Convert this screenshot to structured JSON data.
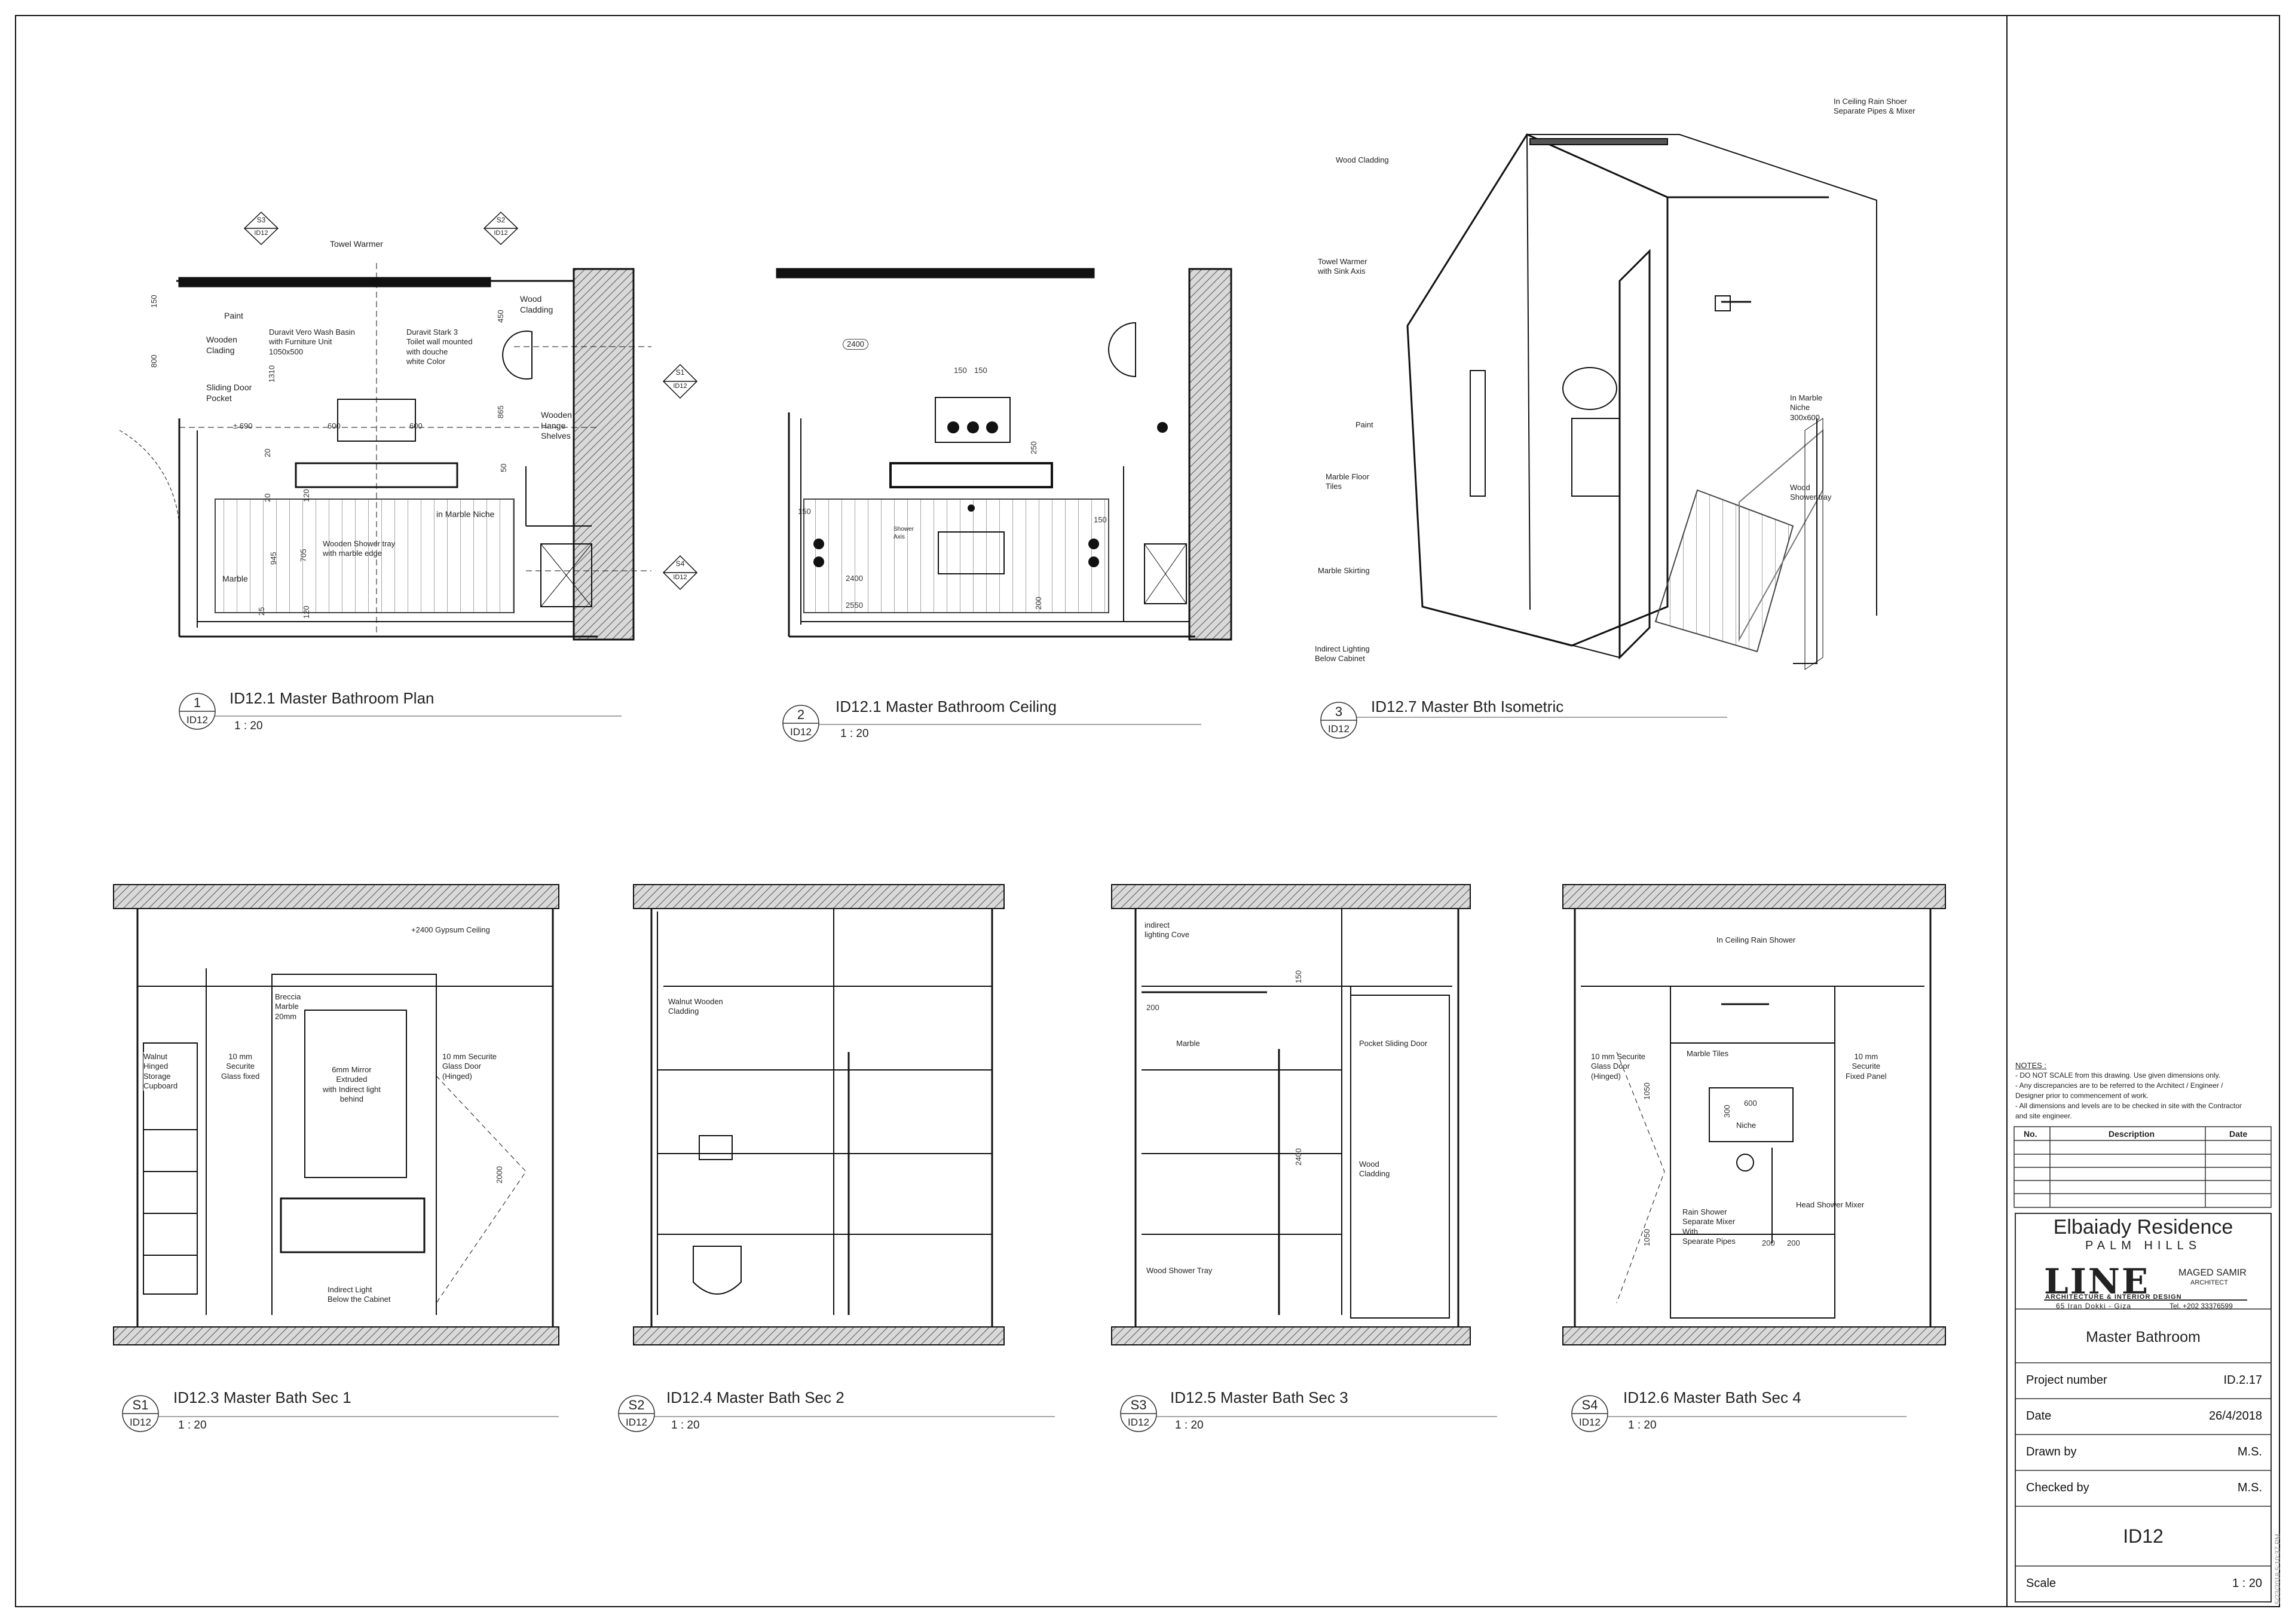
{
  "drawing": {
    "views": [
      {
        "key": "v1",
        "num": "1",
        "sheet": "ID12",
        "title": "ID12.1 Master Bathroom Plan",
        "scale": "1 : 20"
      },
      {
        "key": "v2",
        "num": "2",
        "sheet": "ID12",
        "title": "ID12.1 Master Bathroom Ceiling",
        "scale": "1 : 20"
      },
      {
        "key": "v3",
        "num": "3",
        "sheet": "ID12",
        "title": "ID12.7 Master Bth Isometric",
        "scale": "1 : 20"
      },
      {
        "key": "s1",
        "num": "S1",
        "sheet": "ID12",
        "title": "ID12.3 Master Bath Sec 1",
        "scale": "1 : 20"
      },
      {
        "key": "s2",
        "num": "S2",
        "sheet": "ID12",
        "title": "ID12.4 Master Bath Sec 2",
        "scale": "1 : 20"
      },
      {
        "key": "s3",
        "num": "S3",
        "sheet": "ID12",
        "title": "ID12.5  Master Bath Sec 3",
        "scale": "1 : 20"
      },
      {
        "key": "s4",
        "num": "S4",
        "sheet": "ID12",
        "title": "ID12.6  Master Bath Sec 4",
        "scale": "1 : 20"
      }
    ],
    "section_markers": [
      {
        "num": "S3",
        "sheet": "ID12"
      },
      {
        "num": "S2",
        "sheet": "ID12"
      },
      {
        "num": "S1",
        "sheet": "ID12"
      },
      {
        "num": "S4",
        "sheet": "ID12"
      }
    ],
    "plan_labels": {
      "towel_warmer": "Towel Warmer",
      "paint": "Paint",
      "wooden_clading": "Wooden\nClading",
      "sliding_door": "Sliding Door\nPocket",
      "wash_basin": "Duravit Vero Wash Basin\nwith Furniture Unit\n1050x500",
      "toilet": "Duravit Stark 3\nToilet wall mounted\nwith douche\nwhite Color",
      "wood_cladding": "Wood\nCladding",
      "wooden_shelves": "Wooden\nHange\nShelves",
      "marble_niche": "in Marble Niche",
      "shower_tray": "Wooden Shower tray\nwith marble edge",
      "marble": "Marble"
    },
    "plan_dims": {
      "d150": "150",
      "d800": "800",
      "d1310": "1310",
      "d690": "± 690",
      "d600a": "600",
      "d600b": "600",
      "d450": "450",
      "d865": "865",
      "d20a": "20",
      "d20b": "20",
      "d120a": "120",
      "d945": "945",
      "d705": "705",
      "d25": "25",
      "d120b": "120",
      "d50": "50"
    },
    "ceiling_labels": {
      "level": "2400",
      "d150a": "150",
      "d150b": "150",
      "d250": "250",
      "d150c": "150",
      "d150d": "150",
      "shower_axis": "Shower\nAxis",
      "d2400": "2400",
      "d2550": "2550",
      "d200": "200"
    },
    "iso_labels": {
      "rain": "In Ceiling Rain Shoer\nSeparate Pipes & Mixer",
      "wood_cladding": "Wood Cladding",
      "towel": "Towel Warmer\nwith Sink Axis",
      "paint": "Paint",
      "marble_floor": "Marble Floor\nTiles",
      "marble_skirting": "Marble Skirting",
      "indirect": "Indirect Lighting\nBelow Cabinet",
      "niche": "In Marble\nNiche\n300x600",
      "wood_tray": "Wood\nShower tray"
    },
    "s1_labels": {
      "gypsum": "+2400 Gypsum Ceiling",
      "breccia": "Breccia\nMarble\n20mm",
      "walnut": "Walnut\nHinged\nStorage\nCupboard",
      "glass_fixed": "10 mm\nSecurite\nGlass fixed",
      "mirror": "6mm Mirror\nExtruded\nwith Indirect light\nbehind",
      "glass_door": "10 mm Securite\nGlass Door\n(Hinged)",
      "dim2000": "2000",
      "indirect": "Indirect Light\nBelow the Cabinet"
    },
    "s2_labels": {
      "walnut": "Walnut Wooden\nCladding"
    },
    "s3_labels": {
      "cove": "indirect\nlighting Cove",
      "d150": "150",
      "d200": "200",
      "marble": "Marble",
      "pocket": "Pocket Sliding Door",
      "d2400": "2400",
      "wood": "Wood\nCladding",
      "tray": "Wood Shower Tray"
    },
    "s4_labels": {
      "rain": "In Ceiling Rain Shower",
      "glass_door": "10 mm Securite\nGlass Door\n(Hinged)",
      "marble_tiles": "Marble Tiles",
      "fixed_panel": "10 mm\nSecurite\nFixed Panel",
      "d1050a": "1050",
      "d300": "300",
      "d600": "600",
      "niche": "Niche",
      "head_mixer": "Head Shower Mixer",
      "rain_mixer": "Rain Shower\nSeparate Mixer\nWith\nSpearate Pipes",
      "d1050b": "1050",
      "d200a": "200",
      "d200b": "200"
    }
  },
  "notes": {
    "heading": "NOTES :",
    "lines": [
      "- DO NOT SCALE from this drawing. Use given dimensions only.",
      "- Any discrepancies are to be referred to the Architect / Engineer /",
      "Designer prior to commencement of work.",
      "- All dimensions and levels are to be checked in site with the Contractor",
      "and site engineer."
    ]
  },
  "revision_table": {
    "headers": [
      "No.",
      "Description",
      "Date"
    ],
    "rows": [
      [
        "",
        "",
        ""
      ],
      [
        "",
        "",
        ""
      ],
      [
        "",
        "",
        ""
      ],
      [
        "",
        "",
        ""
      ],
      [
        "",
        "",
        ""
      ]
    ]
  },
  "title_block": {
    "project": "Elbaiady Residence",
    "location": "PALM HILLS",
    "logo": "LINE",
    "tagline": "ARCHITECTURE & INTERIOR DESIGN",
    "architect": "MAGED SAMIR",
    "architect_role": "ARCHITECT",
    "address": "65 Iran Dokki - Giza",
    "tel": "Tel. +202 33376599",
    "sheet_name": "Master Bathroom",
    "fields": [
      {
        "label": "Project number",
        "value": "ID.2.17"
      },
      {
        "label": "Date",
        "value": "26/4/2018"
      },
      {
        "label": "Drawn by",
        "value": "M.S."
      },
      {
        "label": "Checked by",
        "value": "M.S."
      }
    ],
    "sheet_number": "ID12",
    "scale_label": "Scale",
    "scale_value": "1 : 20",
    "timestamp": "5/23/2018 5:10:37 PM"
  }
}
